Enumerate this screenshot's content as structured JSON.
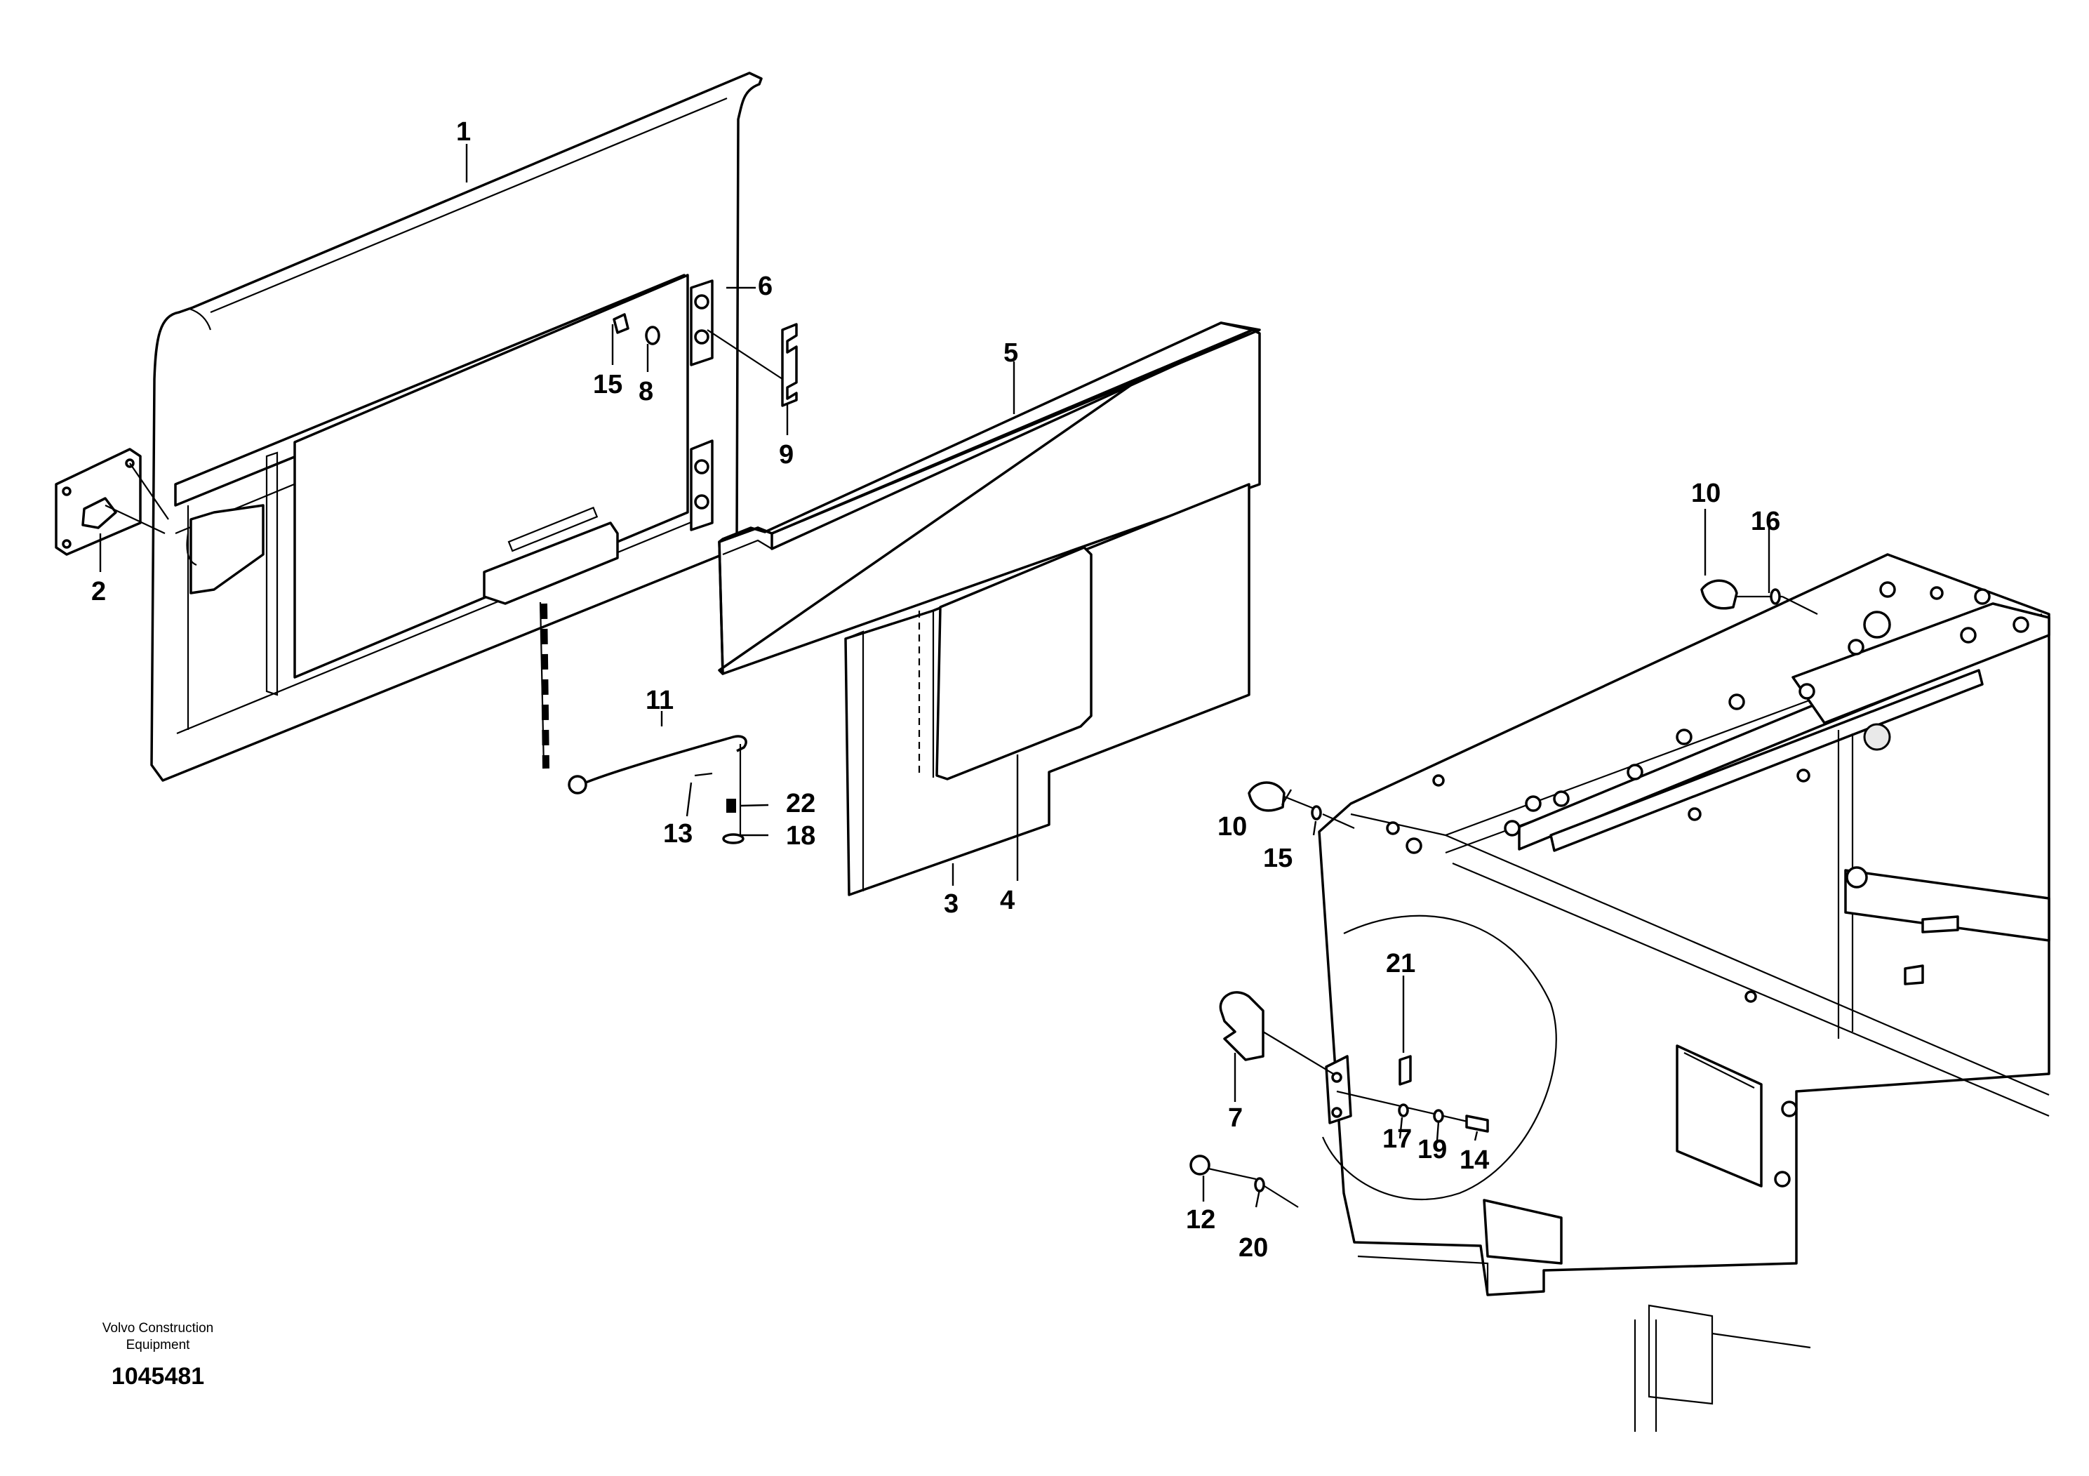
{
  "callouts": {
    "c1": "1",
    "c2": "2",
    "c3": "3",
    "c4": "4",
    "c5": "5",
    "c6": "6",
    "c7": "7",
    "c8": "8",
    "c9": "9",
    "c10a": "10",
    "c10b": "10",
    "c11": "11",
    "c12": "12",
    "c13": "13",
    "c14": "14",
    "c15a": "15",
    "c15b": "15",
    "c16": "16",
    "c17": "17",
    "c18": "18",
    "c19": "19",
    "c20": "20",
    "c21": "21",
    "c22": "22"
  },
  "footer": {
    "company_line1": "Volvo Construction",
    "company_line2": "Equipment",
    "drawing_number": "1045481"
  }
}
